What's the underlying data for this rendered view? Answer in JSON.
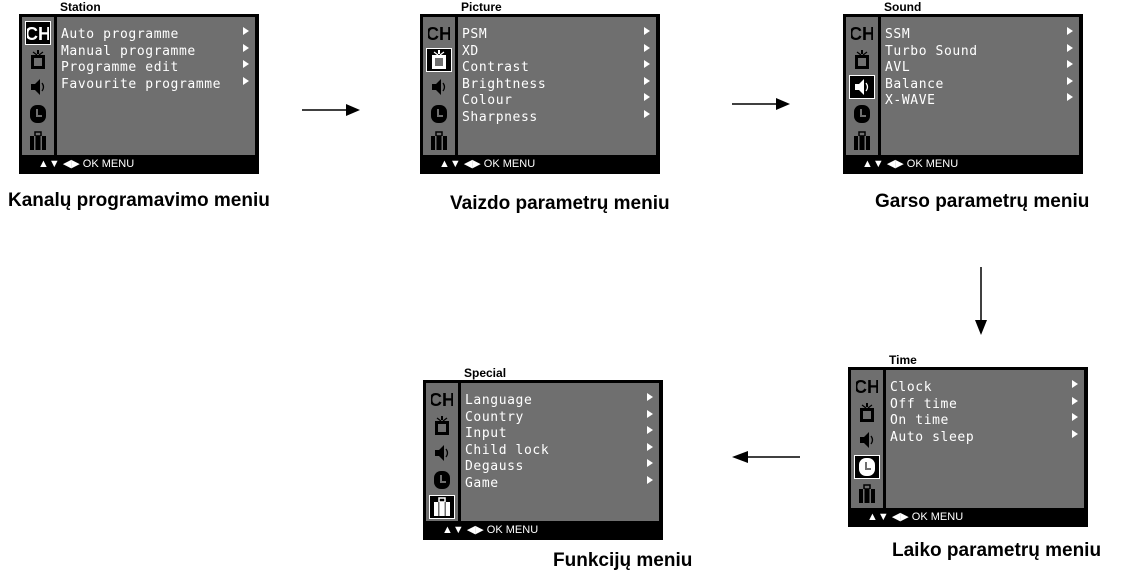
{
  "icons": [
    "ch-icon",
    "tv-icon",
    "speaker-icon",
    "clock-icon",
    "briefcase-icon"
  ],
  "panels": [
    {
      "title": "Station",
      "selected": 0,
      "items": [
        "Auto programme",
        "Manual programme",
        "Programme edit",
        "Favourite programme"
      ],
      "bottom": "▲▼ ◀▶ OK MENU",
      "caption": "Kanalų programavimo meniu"
    },
    {
      "title": "Picture",
      "selected": 1,
      "items": [
        "PSM",
        "XD",
        "Contrast",
        "Brightness",
        "Colour",
        "Sharpness"
      ],
      "bottom": "▲▼ ◀▶ OK MENU",
      "caption": "Vaizdo parametrų meniu"
    },
    {
      "title": "Sound",
      "selected": 2,
      "items": [
        "SSM",
        "Turbo Sound",
        "AVL",
        "Balance",
        "X-WAVE"
      ],
      "bottom": "▲▼ ◀▶ OK MENU",
      "caption": "Garso parametrų meniu"
    },
    {
      "title": "Time",
      "selected": 3,
      "items": [
        "Clock",
        "Off time",
        "On time",
        "Auto sleep"
      ],
      "bottom": "▲▼ ◀▶ OK MENU",
      "caption": "Laiko parametrų meniu"
    },
    {
      "title": "Special",
      "selected": 4,
      "items": [
        "Language",
        "Country",
        "Input",
        "Child lock",
        "Degauss",
        "Game"
      ],
      "bottom": "▲▼ ◀▶ OK MENU",
      "caption": "Funkcijų meniu"
    }
  ]
}
